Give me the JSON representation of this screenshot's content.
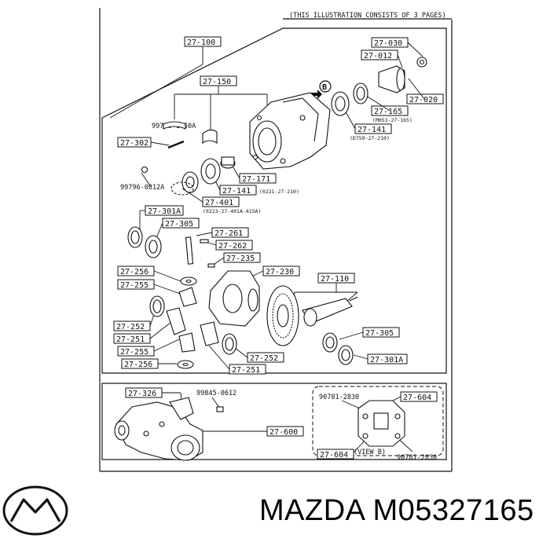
{
  "header_note": "(THIS ILLUSTRATION CONSISTS OF  3 PAGES)",
  "brand_caption": "MAZDA M05327165",
  "logo_icon": "mazda-logo-icon",
  "labels": {
    "l27100": "27-100",
    "l27150": "27-150",
    "l27030": "27-030",
    "l27012": "27-012",
    "l27020": "27-020",
    "l27165": "27-165",
    "l27165_ref": "(M053-27-165)",
    "l27141a": "27-141",
    "l27141a_ref": "(D759-27-210)",
    "bolt1": "99796-1050A",
    "l27302": "27-302",
    "bolt2": "99796-0812A",
    "l27171": "27-171",
    "l27141b": "27-141",
    "l27141b_ref": "(0221-27-210)",
    "l27401": "27-401",
    "l27401_ref": "(0223-27-401A-415A)",
    "l27301a": "27-301A",
    "l27305a": "27-305",
    "l27261": "27-261",
    "l27262": "27-262",
    "l27235": "27-235",
    "l27230": "27-230",
    "l27110": "27-110",
    "l27256a": "27-256",
    "l27255a": "27-255",
    "l27252a": "27-252",
    "l27251a": "27-251",
    "l27255b": "27-255",
    "l27256b": "27-256",
    "l27252b": "27-252",
    "l27251b": "27-251",
    "l27305b": "27-305",
    "l27301b": "27-301A",
    "l27326": "27-326",
    "bolt3": "99845-0612",
    "l27600": "27-600",
    "stud1": "90781-2830",
    "l27604a": "27-604",
    "l27604b": "27-604",
    "stud2": "90781-2830",
    "view_b": "(VIEW B)",
    "marker_b": "B"
  },
  "colors": {
    "ink": "#111111",
    "paper": "#ffffff"
  }
}
